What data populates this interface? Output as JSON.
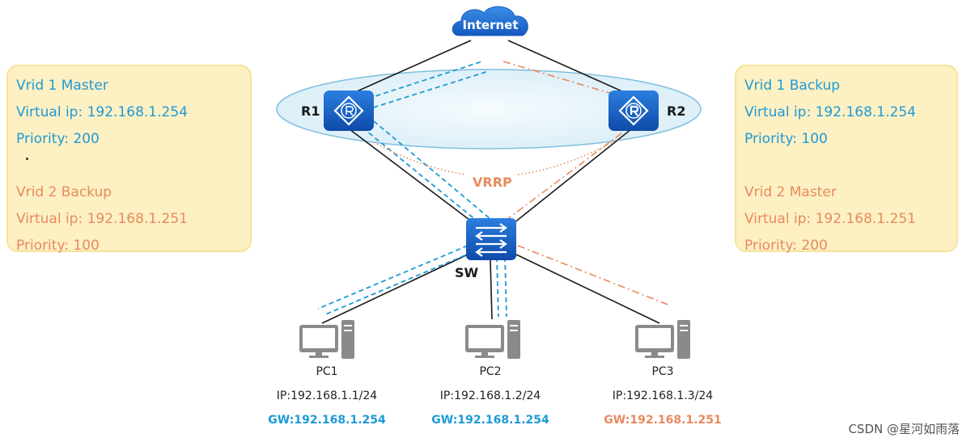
{
  "internet": {
    "label": "Internet"
  },
  "routers": {
    "r1": {
      "label": "R1"
    },
    "r2": {
      "label": "R2"
    }
  },
  "switch": {
    "label": "SW"
  },
  "vrrp": {
    "label": "VRRP"
  },
  "left_box": {
    "vrid1_role": "Vrid 1 Master",
    "vrid1_vip": "Virtual ip: 192.168.1.254",
    "vrid1_priority": "Priority: 200",
    "vrid2_role": "Vrid 2 Backup",
    "vrid2_vip": "Virtual ip: 192.168.1.251",
    "vrid2_priority": "Priority: 100"
  },
  "right_box": {
    "vrid1_role": "Vrid 1 Backup",
    "vrid1_vip": "Virtual ip: 192.168.1.254",
    "vrid1_priority": "Priority: 100",
    "vrid2_role": "Vrid 2 Master",
    "vrid2_vip": "Virtual ip: 192.168.1.251",
    "vrid2_priority": "Priority: 200"
  },
  "pcs": [
    {
      "name": "PC1",
      "ip": "IP:192.168.1.1/24",
      "gw": "GW:192.168.1.254"
    },
    {
      "name": "PC2",
      "ip": "IP:192.168.1.2/24",
      "gw": "GW:192.168.1.254"
    },
    {
      "name": "PC3",
      "ip": "IP:192.168.1.3/24",
      "gw": "GW:192.168.1.251"
    }
  ],
  "watermark": "CSDN @星河如雨落",
  "colors": {
    "vrid1": "#1e9ad6",
    "vrid2": "#e88a5e",
    "device_blue": "#1558c0",
    "box_fill": "#fdf0c2"
  }
}
